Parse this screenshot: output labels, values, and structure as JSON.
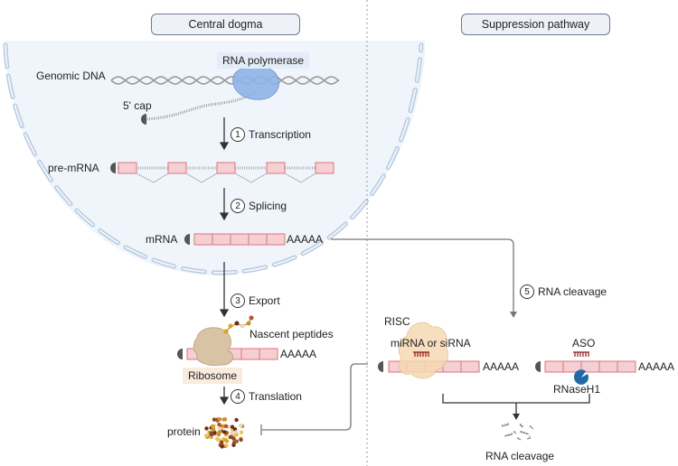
{
  "headers": {
    "left": "Central dogma",
    "right": "Suppression pathway"
  },
  "labels": {
    "genomic_dna": "Genomic DNA",
    "rna_polymerase": "RNA polymerase",
    "five_cap": "5' cap",
    "pre_mrna": "pre-mRNA",
    "mrna": "mRNA",
    "poly_a": "AAAAA",
    "nascent_peptides": "Nascent peptides",
    "ribosome": "Ribosome",
    "protein": "protein",
    "risc": "RISC",
    "mirna_sirna": "miRNA or siRNA",
    "aso": "ASO",
    "rnaseh1": "RNaseH1",
    "rna_cleavage_result": "RNA cleavage"
  },
  "steps": [
    {
      "num": "1",
      "label": "Transcription"
    },
    {
      "num": "2",
      "label": "Splicing"
    },
    {
      "num": "3",
      "label": "Export"
    },
    {
      "num": "4",
      "label": "Translation"
    },
    {
      "num": "5",
      "label": "RNA cleavage"
    }
  ],
  "colors": {
    "nucleus_fill": "#f0f5fc",
    "nucleus_membrane": "#b8cbe0",
    "exon": "#f6cfd2",
    "exon_border": "#d9747e",
    "cap": "#555555",
    "polymerase": "#8fb4e8",
    "ribosome": "#d8c3a5",
    "risc": "#f5d9b3",
    "rnaseh1": "#1f6aa5",
    "aso": "#8b1a1a"
  }
}
